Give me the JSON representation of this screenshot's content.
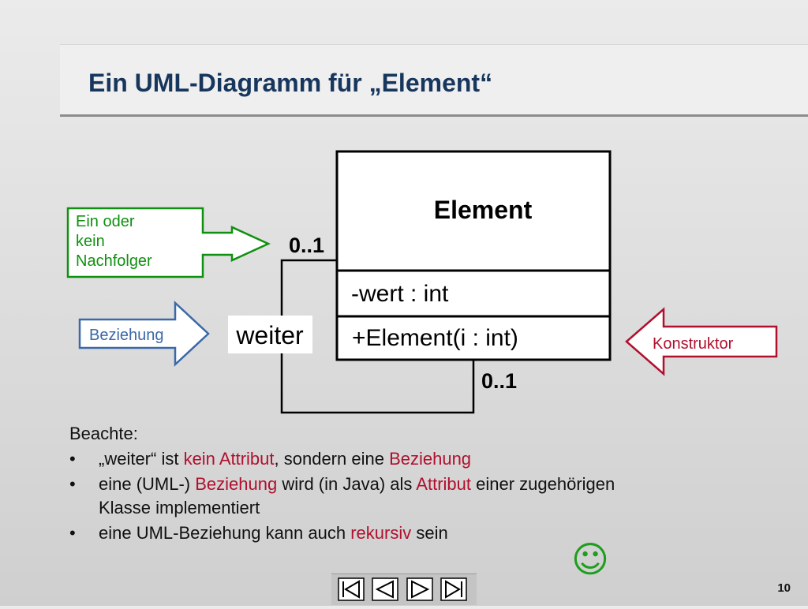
{
  "title": "Ein UML-Diagramm für „Element“",
  "uml_class": {
    "name": "Element",
    "attribute": "-wert : int",
    "operation": "+Element(i : int)"
  },
  "association": {
    "role": "weiter",
    "multiplicity_top": "0..1",
    "multiplicity_bottom": "0..1"
  },
  "callouts": {
    "green": {
      "text_lines": [
        "Ein oder",
        "kein",
        "Nachfolger"
      ],
      "color": "#109010"
    },
    "blue": {
      "text": "Beziehung",
      "color": "#3b69a8"
    },
    "red": {
      "text": "Konstruktor",
      "color": "#b0102e"
    }
  },
  "notes": {
    "heading": "Beachte:",
    "bullets": [
      {
        "segments": [
          {
            "text": "„weiter“ ist ",
            "highlight": false
          },
          {
            "text": "kein Attribut",
            "highlight": true
          },
          {
            "text": ", sondern eine ",
            "highlight": false
          },
          {
            "text": "Beziehung",
            "highlight": true
          }
        ]
      },
      {
        "segments": [
          {
            "text": "eine (UML-) ",
            "highlight": false
          },
          {
            "text": "Beziehung",
            "highlight": true
          },
          {
            "text": " wird (in Java) als ",
            "highlight": false
          },
          {
            "text": "Attribut",
            "highlight": true
          },
          {
            "text": " einer zugehörigen Klasse implementiert",
            "highlight": false
          }
        ]
      },
      {
        "segments": [
          {
            "text": "eine UML-Beziehung kann auch ",
            "highlight": false
          },
          {
            "text": "rekursiv",
            "highlight": true
          },
          {
            "text": " sein",
            "highlight": false
          }
        ]
      }
    ],
    "emoticon": "☺"
  },
  "colors": {
    "title": "#17365d",
    "highlight": "#b0102e",
    "smiley": "#1e9e1e"
  },
  "navigation": {
    "buttons": [
      "first-slide-icon",
      "previous-slide-icon",
      "next-slide-icon",
      "last-slide-icon"
    ]
  },
  "page_number": "10"
}
